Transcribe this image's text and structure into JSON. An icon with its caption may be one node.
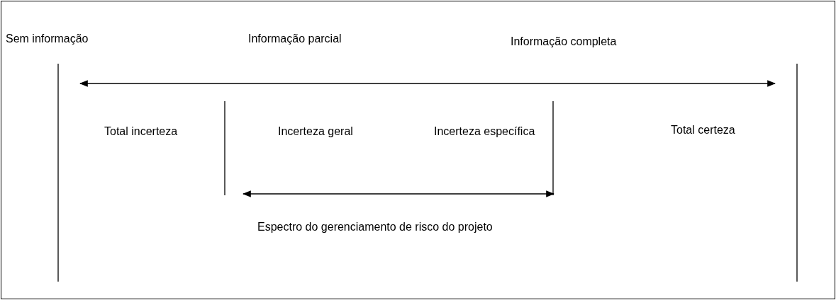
{
  "diagram": {
    "labels": [
      "Sem informação",
      "Informação parcial",
      "Informação completa",
      "Total incerteza",
      "Incerteza geral",
      "Incerteza específica",
      "Total certeza",
      "Espectro do gerenciamento de risco do projeto"
    ]
  }
}
